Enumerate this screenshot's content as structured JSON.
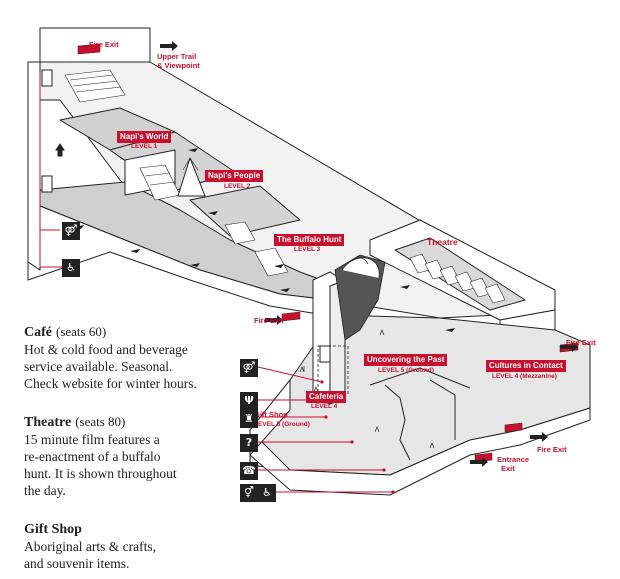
{
  "labels": {
    "fire_exit_top": "Fire Exit",
    "upper_trail": [
      "Upper Trail",
      "& Viewpoint"
    ],
    "theatre": "Theatre",
    "fire_exit_left": "Fire Exit",
    "fire_exit_right": "Fire Exit",
    "fire_exit_bottom": "Fire Exit",
    "entrance_exit": [
      "Entrance",
      "Exit"
    ],
    "gift_shop": "Gift Shop",
    "gift_shop_level": "LEVEL 5 (Ground)"
  },
  "levels": [
    {
      "name": "Napi's World",
      "level": "LEVEL 1"
    },
    {
      "name": "Napi's People",
      "level": "LEVEL 2"
    },
    {
      "name": "The Buffalo Hunt",
      "level": "LEVEL 3"
    },
    {
      "name": "Uncovering the Past",
      "level": "LEVEL 5 (Ground)"
    },
    {
      "name": "Cultures in Contact",
      "level": "LEVEL 4 (Mezzanine)"
    },
    {
      "name": "Cafeteria",
      "level": "LEVEL 4"
    }
  ],
  "icons": [
    "restroom-icon",
    "accessible-icon",
    "restroom-icon",
    "cafe-icon",
    "gift-shop-icon",
    "information-icon",
    "phone-icon",
    "restroom-icon",
    "accessible-icon"
  ],
  "legend": [
    {
      "title": "Café",
      "seats": "(seats 60)",
      "lines": [
        "Hot & cold food and beverage",
        "service available. Seasonal.",
        "Check website for winter hours."
      ]
    },
    {
      "title": "Theatre",
      "seats": "(seats 80)",
      "lines": [
        "15 minute film features a",
        "re-enactment of a buffalo",
        "hunt. It is shown throughout",
        "the day."
      ]
    },
    {
      "title": "Gift Shop",
      "seats": "",
      "lines": [
        "Aboriginal arts & crafts,",
        "and souvenir items."
      ]
    }
  ],
  "colors": {
    "accent": "#c8102e",
    "floor": "#d9d9d9",
    "wall": "#ffffff",
    "line": "#222222"
  }
}
